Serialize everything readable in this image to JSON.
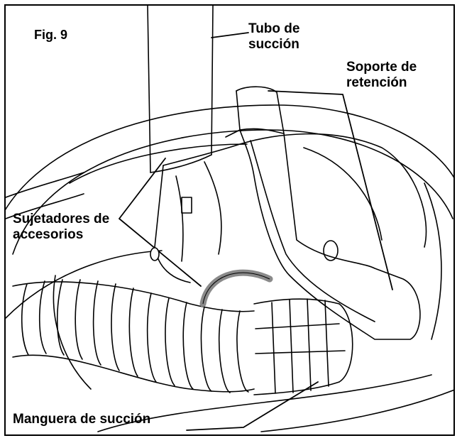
{
  "figure": {
    "label": "Fig. 9"
  },
  "callouts": {
    "suction_tube": "Tubo de\nsucción",
    "retention_bracket": "Soporte de\nretención",
    "accessory_holders": "Sujetadores de\naccesorios",
    "suction_hose": "Manguera de succión"
  },
  "colors": {
    "line": "#000000",
    "background": "#ffffff",
    "accent_gray": "#8a8a8a"
  }
}
